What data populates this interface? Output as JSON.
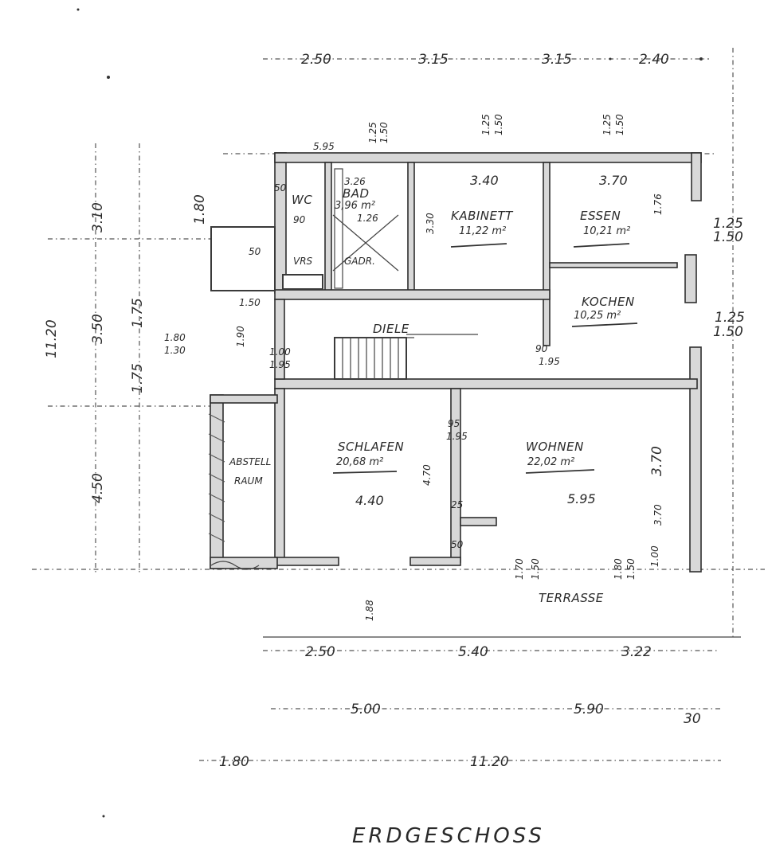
{
  "drawing": {
    "title": "ERDGESCHOSS",
    "rooms": {
      "wc": "WC",
      "bad": "BAD",
      "bad_area": "3,96 m²",
      "vrs": "VRS",
      "gadr": "GADR.",
      "kabinett": "KABINETT",
      "kabinett_area": "11,22 m²",
      "essen": "ESSEN",
      "essen_area": "10,21 m²",
      "kochen": "KOCHEN",
      "kochen_area": "10,25 m²",
      "diele": "DIELE",
      "schlafen": "SCHLAFEN",
      "schlafen_area": "20,68 m²",
      "wohnen": "WOHNEN",
      "wohnen_area": "22,02 m²",
      "abstell_1": "ABSTELL",
      "abstell_2": "RAUM",
      "terrasse": "TERRASSE"
    },
    "dims_top": [
      "2.50",
      "3.15",
      "3.15",
      "2.40"
    ],
    "dims_bottom_1": [
      "2.50",
      "5.40",
      "3.22"
    ],
    "dims_bottom_2": [
      "5.00",
      "5.90",
      "30"
    ],
    "dims_bottom_3": [
      "1.80",
      "11.20"
    ],
    "dims_left": [
      "3.10",
      "1.80",
      "11.20",
      "3.50",
      "1.75",
      "1.75",
      "4.50"
    ],
    "dims_right": [
      "1.25",
      "1.50",
      "1.25",
      "1.50",
      "3.70"
    ],
    "dims_inner": {
      "opening_1": "5.95",
      "wc_w": "50",
      "bad_w": "3.26",
      "kab_w": "3.40",
      "ess_w": "3.70",
      "h1": "1.25",
      "h2": "1.50",
      "h3": "1.25",
      "h4": "1.50",
      "h5": "1.25",
      "h6": "1.50",
      "k1": "3.30",
      "k2": "1.76",
      "wc_90": "90",
      "vrs_50": "50",
      "bad_126": "1.26",
      "a150": "1.50",
      "a190": "1.90",
      "a180": "1.80",
      "a130": "1.30",
      "a100": "1.00",
      "a195": "1.95",
      "b95": "95",
      "b195": "1.95",
      "sch_w": "4.40",
      "wo_w": "5.95",
      "h470": "4.70",
      "h370": "3.70",
      "d25": "25",
      "d50": "50",
      "t188": "1.88",
      "t170": "1.70",
      "t150": "1.50",
      "t180": "1.80",
      "t100": "1.00",
      "t150b": "1.50",
      "k90": "90",
      "k195": "1.95"
    }
  }
}
